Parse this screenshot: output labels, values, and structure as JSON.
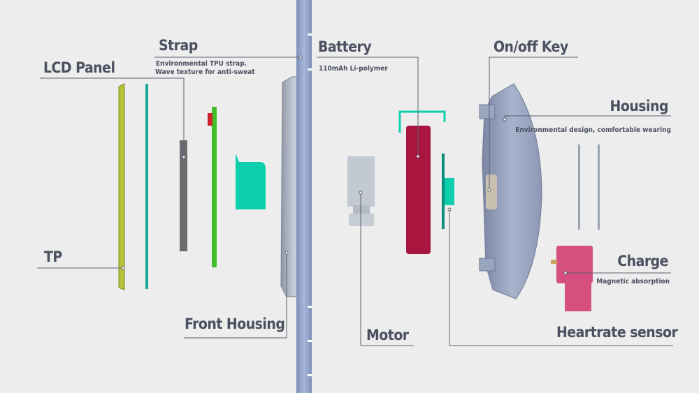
{
  "labels": {
    "strap": {
      "title": "Strap",
      "desc1": "Environmental TPU strap.",
      "desc2": "Wave texture for anti-sweat"
    },
    "lcd": {
      "title": "LCD Panel"
    },
    "tp": {
      "title": "TP"
    },
    "front_housing": {
      "title": "Front Housing"
    },
    "battery": {
      "title": "Battery",
      "desc": "110mAh Li-polymer"
    },
    "motor": {
      "title": "Motor"
    },
    "heartrate": {
      "title": "Heartrate sensor"
    },
    "onoff": {
      "title": "On/off Key"
    },
    "housing": {
      "title": "Housing",
      "desc": "Environmental design, comfortable wearing"
    },
    "charge": {
      "title": "Charge",
      "desc": "Magnetic absorption"
    }
  },
  "colors": {
    "text": "#4a5060",
    "strap": "#8c9ec4",
    "battery": "#a8163f",
    "teal": "#0ccfae",
    "charge": "#d54f7f",
    "pcb": "#3fbf2a",
    "tp": "#b8c23a"
  }
}
